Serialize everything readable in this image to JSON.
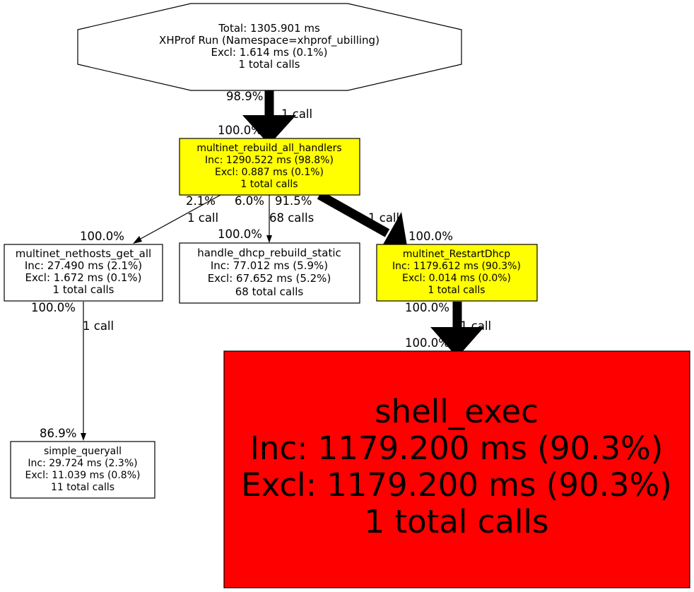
{
  "graph": {
    "root": {
      "lines": [
        "Total: 1305.901 ms",
        "XHProf Run (Namespace=xhprof_ubilling)",
        "Excl: 1.614 ms (0.1%)",
        "1 total calls"
      ],
      "fill": "#ffffff"
    },
    "nodes": {
      "rebuild_all": {
        "lines": [
          "multinet_rebuild_all_handlers",
          "Inc: 1290.522 ms (98.8%)",
          "Excl: 0.887 ms (0.1%)",
          "1 total calls"
        ],
        "fill": "#ffff00"
      },
      "nethosts": {
        "lines": [
          "multinet_nethosts_get_all",
          "Inc: 27.490 ms (2.1%)",
          "Excl: 1.672 ms (0.1%)",
          "1 total calls"
        ],
        "fill": "#ffffff"
      },
      "dhcp_static": {
        "lines": [
          "handle_dhcp_rebuild_static",
          "Inc: 77.012 ms (5.9%)",
          "Excl: 67.652 ms (5.2%)",
          "68 total calls"
        ],
        "fill": "#ffffff"
      },
      "restart_dhcp": {
        "lines": [
          "multinet_RestartDhcp",
          "Inc: 1179.612 ms (90.3%)",
          "Excl: 0.014 ms (0.0%)",
          "1 total calls"
        ],
        "fill": "#ffff00"
      },
      "queryall": {
        "lines": [
          "simple_queryall",
          "Inc: 29.724 ms (2.3%)",
          "Excl: 11.039 ms (0.8%)",
          "11 total calls"
        ],
        "fill": "#ffffff"
      },
      "shell_exec": {
        "lines": [
          "shell_exec",
          "Inc: 1179.200 ms (90.3%)",
          "Excl: 1179.200 ms (90.3%)",
          "1 total calls"
        ],
        "fill": "#ff0000"
      }
    },
    "edges": {
      "root_to_rebuild": {
        "tail_pct": "98.9%",
        "head_pct": "100.0%",
        "calls": "1 call"
      },
      "rebuild_to_nethosts": {
        "tail_pct": "2.1%",
        "head_pct": "100.0%",
        "calls": "1 call"
      },
      "rebuild_to_dhcp": {
        "tail_pct": "6.0%",
        "head_pct": "100.0%",
        "calls": "68 calls"
      },
      "rebuild_to_restart": {
        "tail_pct": "91.5%",
        "head_pct": "100.0%",
        "calls": "1 call"
      },
      "nethosts_to_query": {
        "tail_pct": "100.0%",
        "head_pct": "86.9%",
        "calls": "1 call"
      },
      "restart_to_shell": {
        "tail_pct": "100.0%",
        "head_pct": "100.0%",
        "calls": "1 call"
      }
    }
  }
}
